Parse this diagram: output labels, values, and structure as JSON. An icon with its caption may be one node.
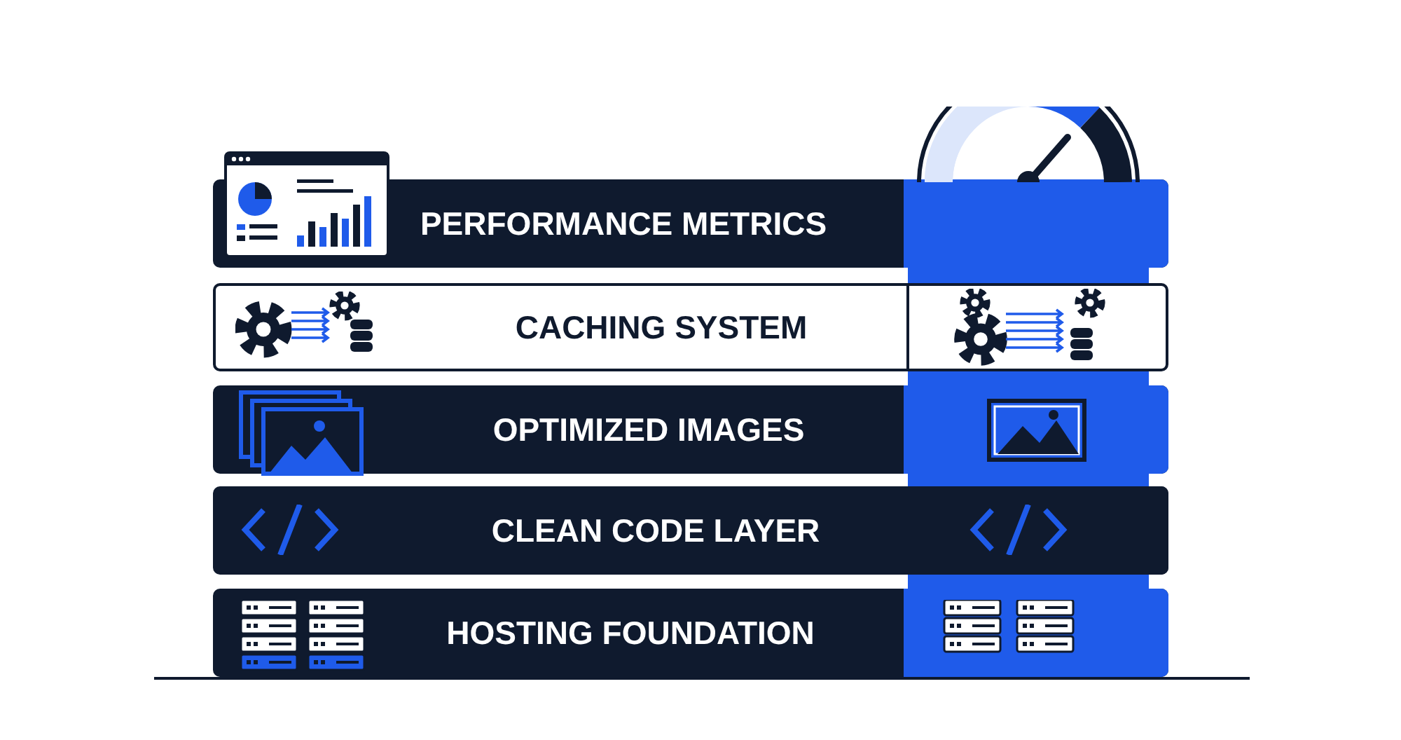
{
  "diagram": {
    "nodes": [
      {
        "text": [
          "PERFORMANCE METRICS"
        ]
      },
      {
        "text": [
          "CACHING SYSTEM"
        ]
      },
      {
        "text": [
          "OPTIMIZED IMAGES"
        ]
      },
      {
        "text": [
          "CLEAN CODE LAYER"
        ]
      },
      {
        "text": [
          "HOSTING FOUNDATION"
        ]
      }
    ]
  }
}
